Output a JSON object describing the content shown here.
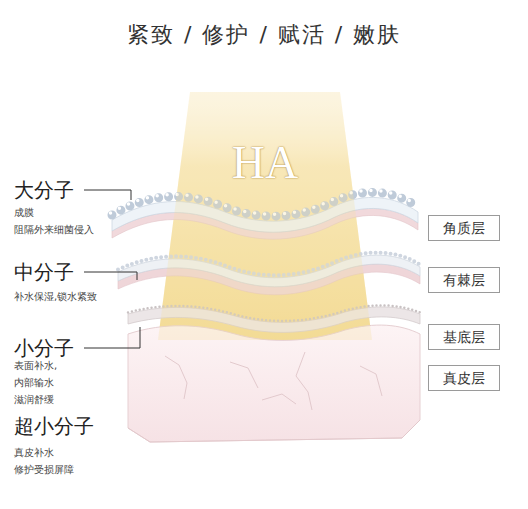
{
  "diagram": {
    "title": "紧致 / 修护 / 赋活 / 嫩肤",
    "nodes": [
      {
        "text": [
          "角质层"
        ]
      },
      {
        "text": [
          "有棘层"
        ]
      },
      {
        "text": [
          "基底层"
        ]
      },
      {
        "text": [
          "真皮层"
        ]
      }
    ],
    "labels": [
      "HA",
      "大分子",
      "成膜 阻隔外来细菌侵入",
      "中分子",
      "补水保湿,锁水紧致",
      "小分子",
      "表面补水,内部输水 滋润舒缓",
      "超小分子",
      "真皮补水 修护受损屏障"
    ]
  }
}
